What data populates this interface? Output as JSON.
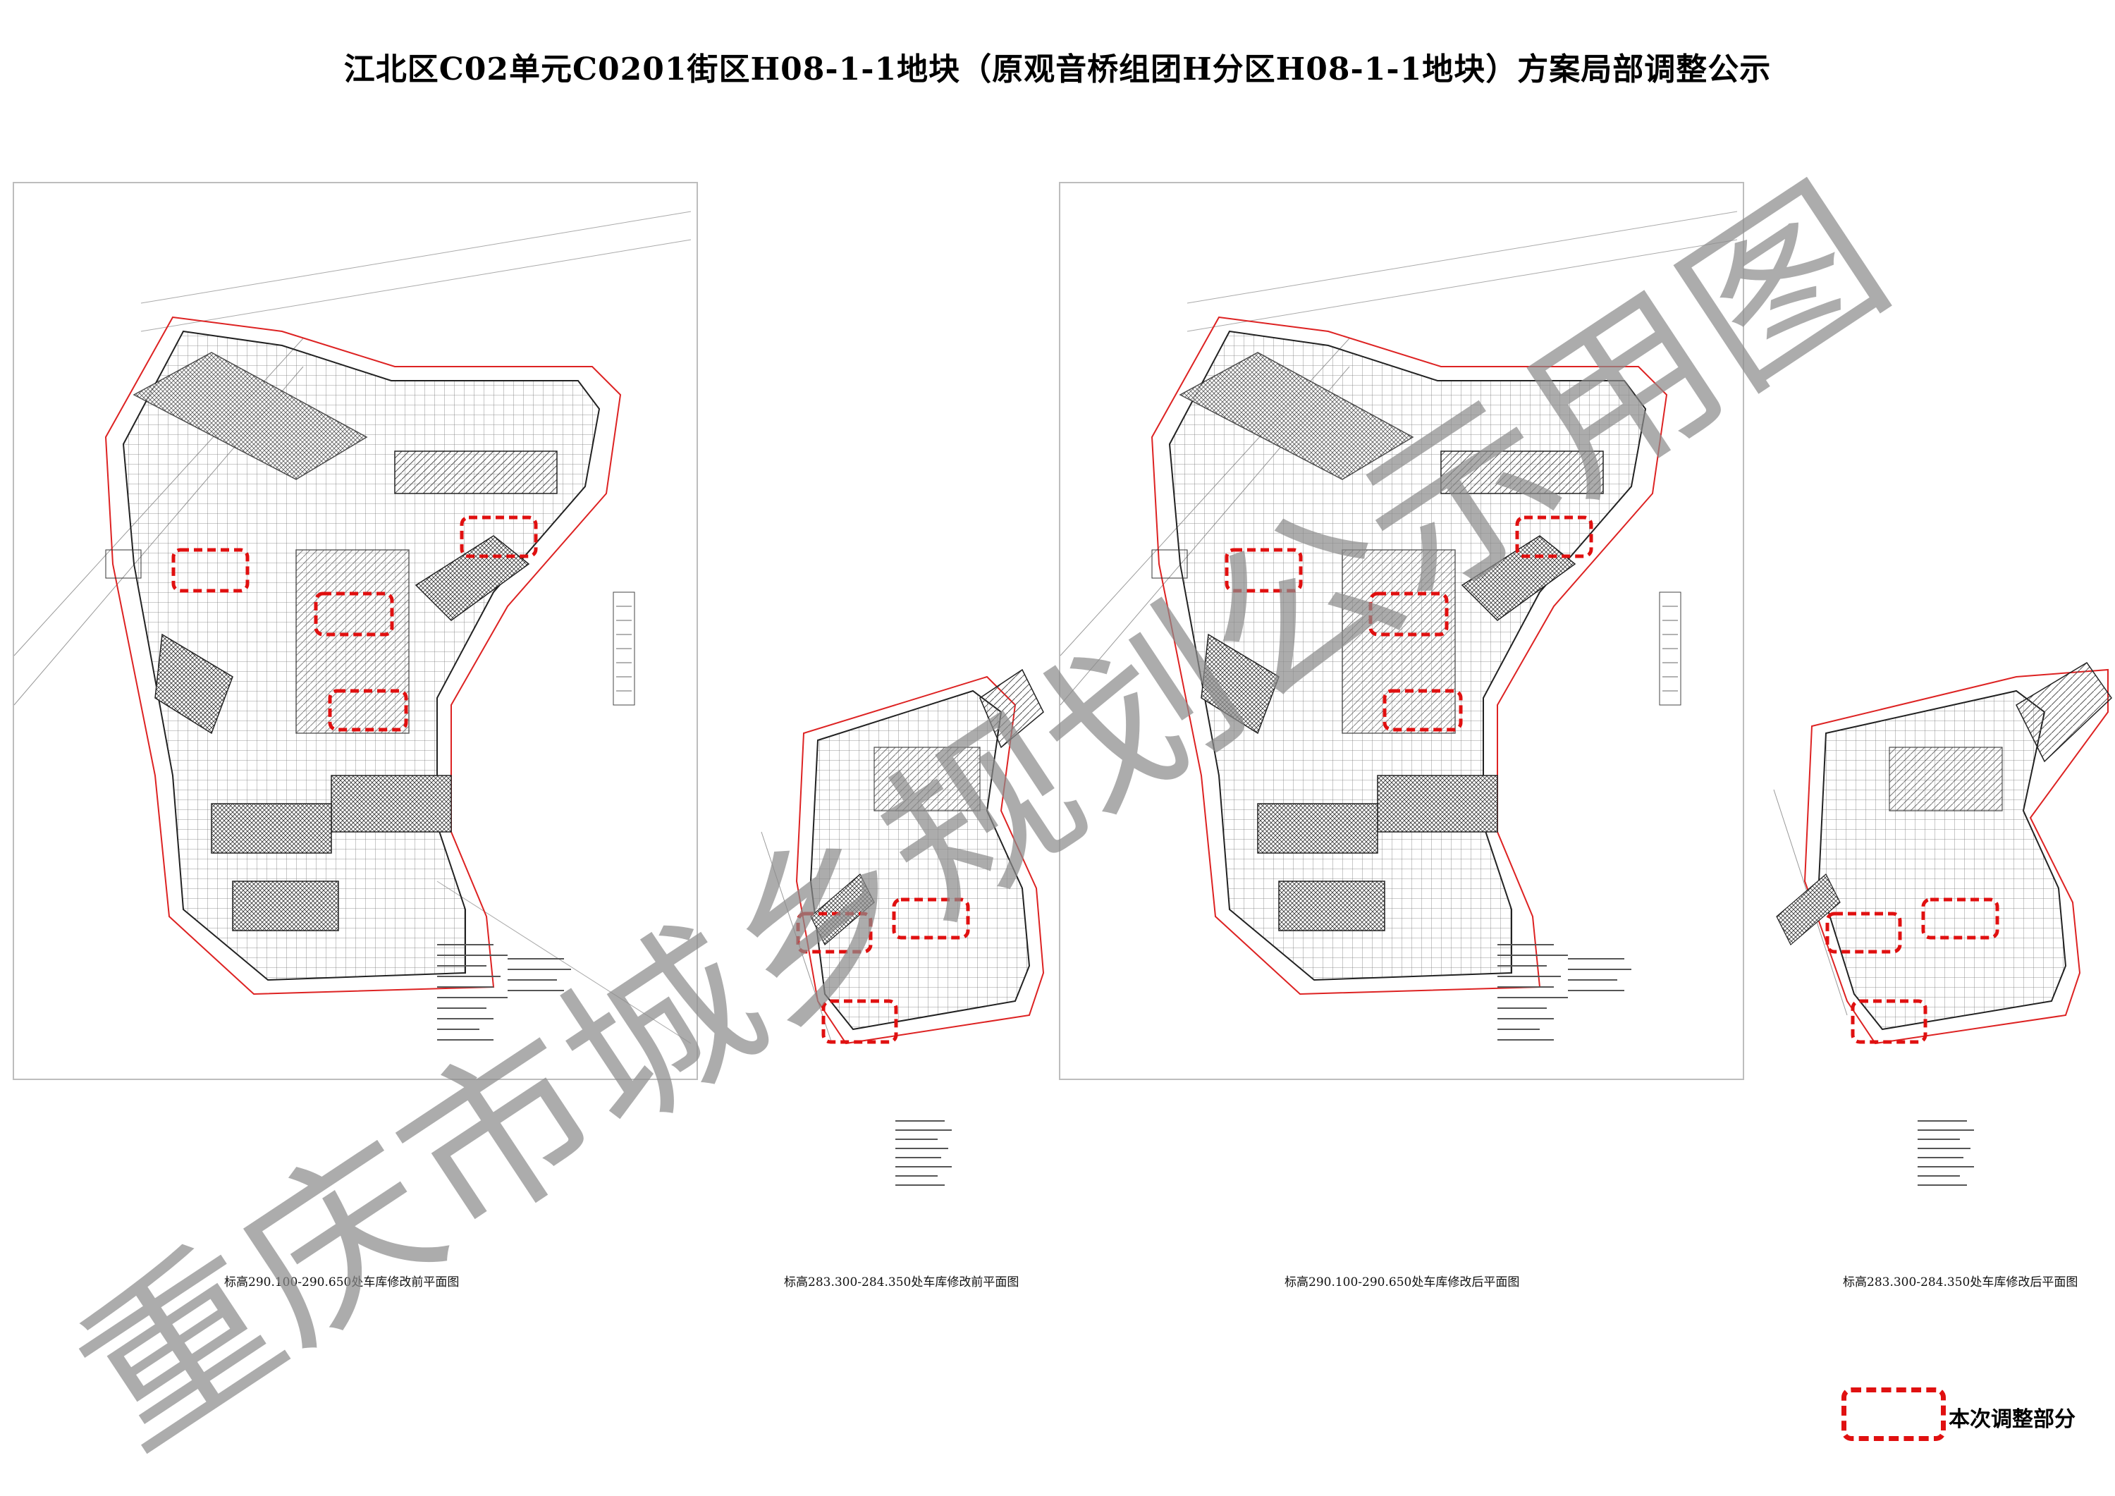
{
  "title": "江北区C02单元C0201街区H08-1-1地块（原观音桥组团H分区H08-1-1地块）方案局部调整公示",
  "drawings": [
    {
      "caption": "标高290.100-290.650处车库修改前平面图"
    },
    {
      "caption": "标高283.300-284.350处车库修改前平面图"
    },
    {
      "caption": "标高290.100-290.650处车库修改后平面图"
    },
    {
      "caption": "标高283.300-284.350处车库修改后平面图"
    }
  ],
  "watermark": "重庆市城乡规划公示用图",
  "legend": {
    "label": "本次调整部分",
    "color": "#e01010"
  }
}
